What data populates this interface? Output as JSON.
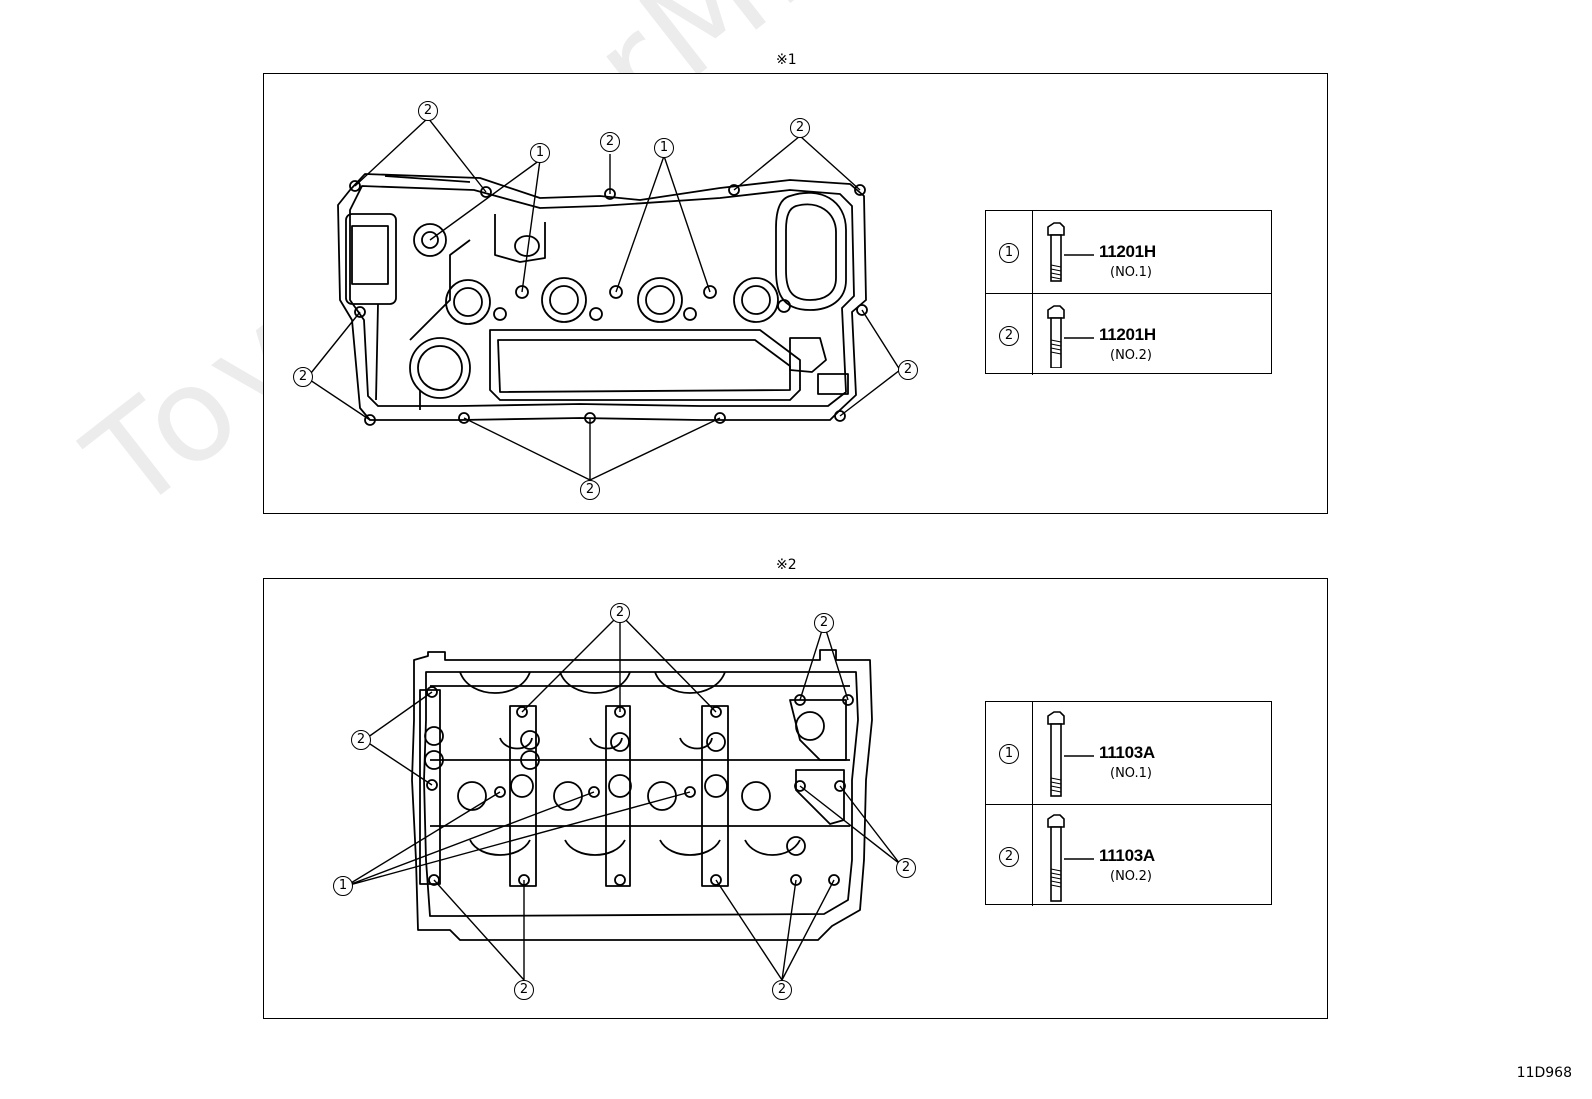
{
  "watermark": "ToyotaCarMine.ru",
  "figure_code": "11D968",
  "panels": [
    {
      "label": "※1",
      "legend": [
        {
          "num": "1",
          "part": "11201H",
          "sub": "(NO.1)"
        },
        {
          "num": "2",
          "part": "11201H",
          "sub": "(NO.2)"
        }
      ]
    },
    {
      "label": "※2",
      "legend": [
        {
          "num": "1",
          "part": "11103A",
          "sub": "(NO.1)"
        },
        {
          "num": "2",
          "part": "11103A",
          "sub": "(NO.2)"
        }
      ]
    }
  ],
  "callouts": {
    "p1": [
      "2",
      "1",
      "2",
      "1",
      "2",
      "2",
      "2",
      "2"
    ],
    "p2": [
      "2",
      "2",
      "2",
      "1",
      "2",
      "2",
      "2"
    ]
  }
}
